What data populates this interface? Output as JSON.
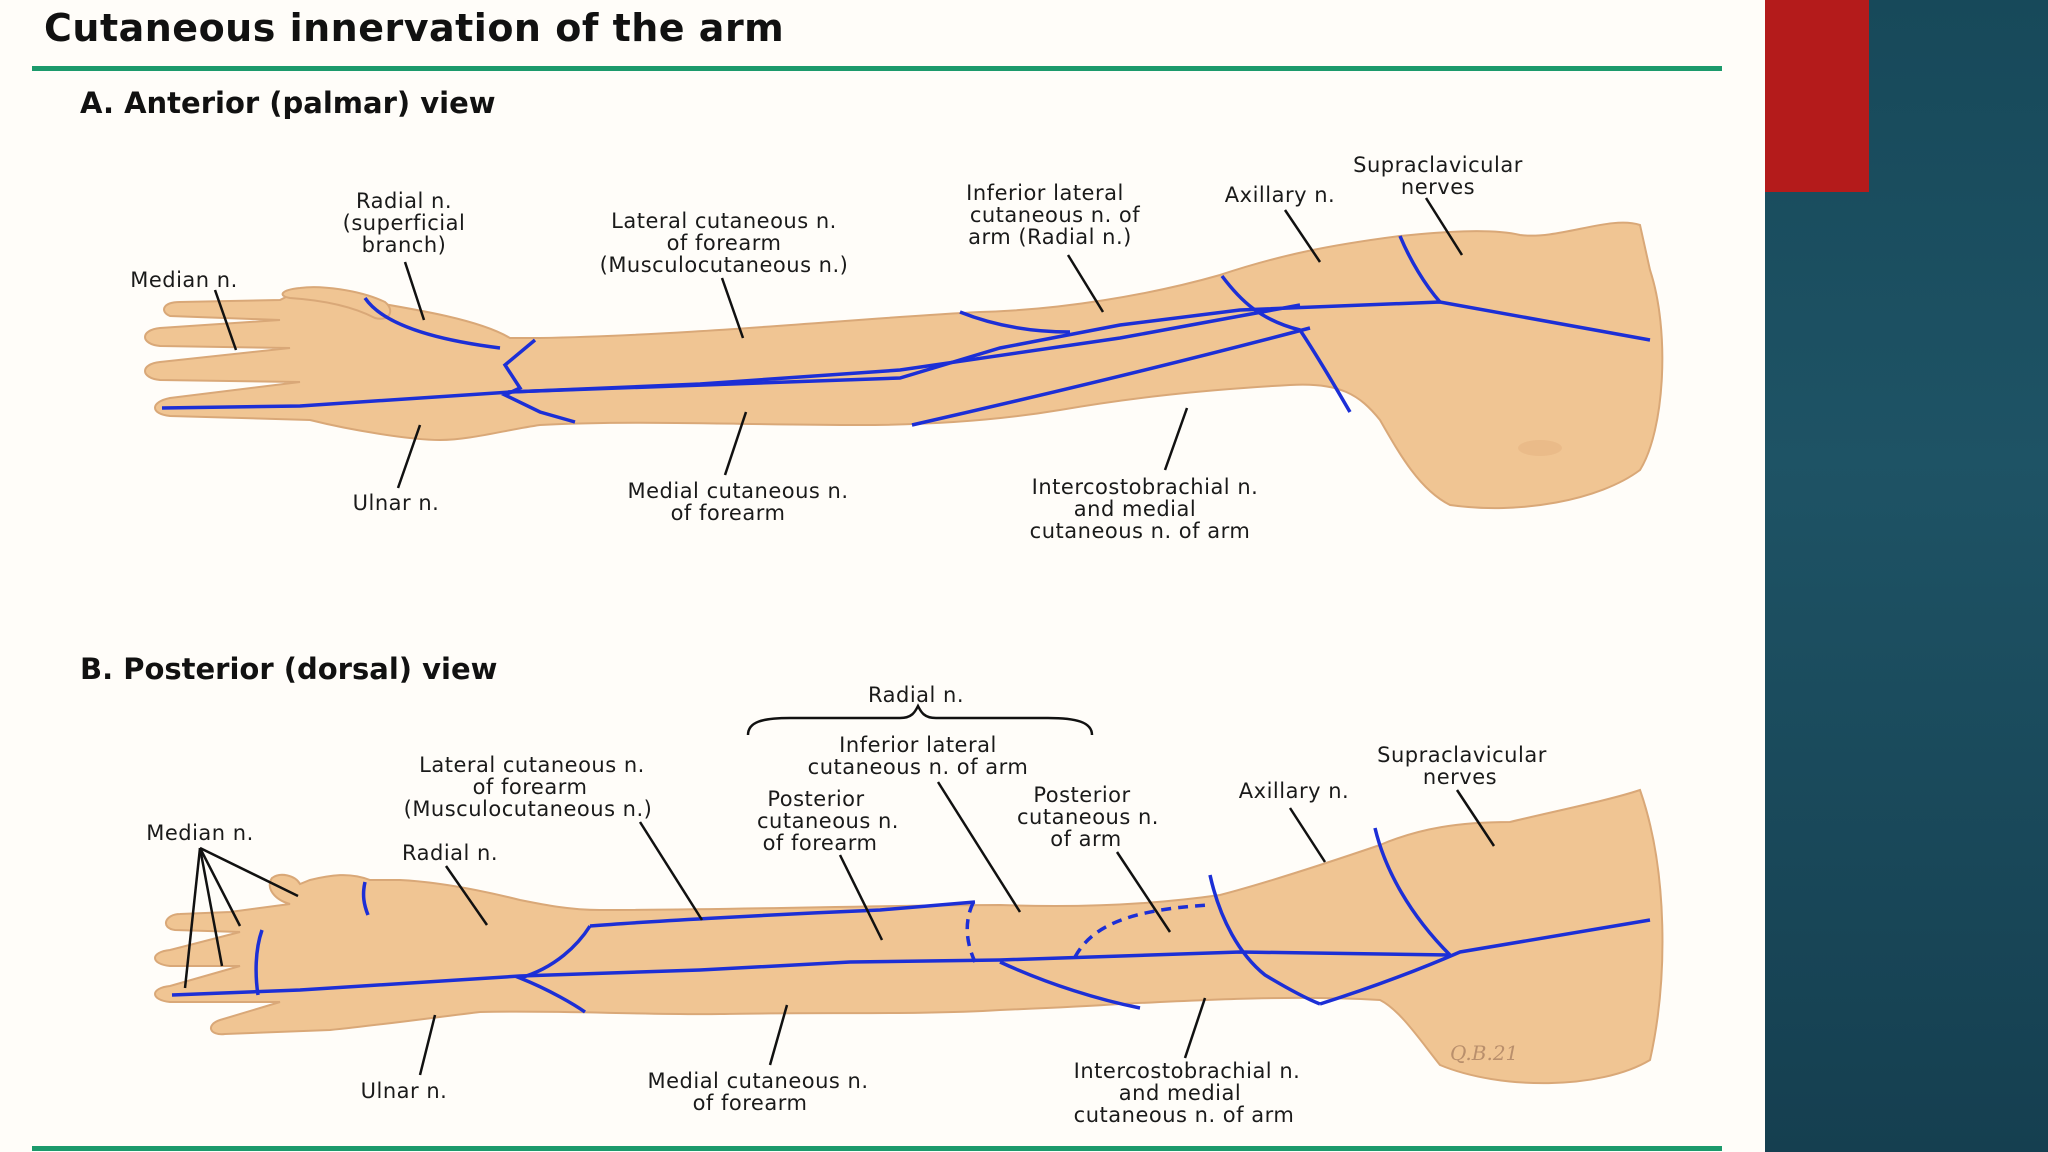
{
  "title": "Cutaneous innervation of the arm",
  "colors": {
    "rule": "#1c9a6c",
    "nerve_line": "#1c2fd6",
    "skin": "#f0c593",
    "accent_red": "#b41b1b",
    "side_panel": "#1a4c5d"
  },
  "section_a": {
    "title": "A. Anterior (palmar) view",
    "labels": {
      "median": "Median n.",
      "radial_1": "Radial n.",
      "radial_2": "(superficial",
      "radial_3": "branch)",
      "lat_cut_1": "Lateral cutaneous n.",
      "lat_cut_2": "of forearm",
      "lat_cut_3": "(Musculocutaneous n.)",
      "inf_lat_1": "Inferior lateral",
      "inf_lat_2": "cutaneous n. of",
      "inf_lat_3": "arm (Radial n.)",
      "axillary": "Axillary n.",
      "supra_1": "Supraclavicular",
      "supra_2": "nerves",
      "ulnar": "Ulnar n.",
      "med_cut_1": "Medial cutaneous n.",
      "med_cut_2": "of forearm",
      "interco_1": "Intercostobrachial n.",
      "interco_2": "and medial",
      "interco_3": "cutaneous n. of arm"
    }
  },
  "section_b": {
    "title": "B. Posterior (dorsal) view",
    "labels": {
      "radial_group": "Radial n.",
      "inf_lat_1": "Inferior lateral",
      "inf_lat_2": "cutaneous n. of arm",
      "lat_cut_1": "Lateral cutaneous n.",
      "lat_cut_2": "of forearm",
      "lat_cut_3": "(Musculocutaneous n.)",
      "post_fore_1": "Posterior",
      "post_fore_2": "cutaneous n.",
      "post_fore_3": "of forearm",
      "post_arm_1": "Posterior",
      "post_arm_2": "cutaneous n.",
      "post_arm_3": "of arm",
      "axillary": "Axillary n.",
      "supra_1": "Supraclavicular",
      "supra_2": "nerves",
      "median": "Median n.",
      "radial": "Radial n.",
      "ulnar": "Ulnar n.",
      "med_cut_1": "Medial cutaneous n.",
      "med_cut_2": "of forearm",
      "interco_1": "Intercostobrachial n.",
      "interco_2": "and medial",
      "interco_3": "cutaneous n. of arm",
      "signature": "Q.B.21"
    }
  }
}
